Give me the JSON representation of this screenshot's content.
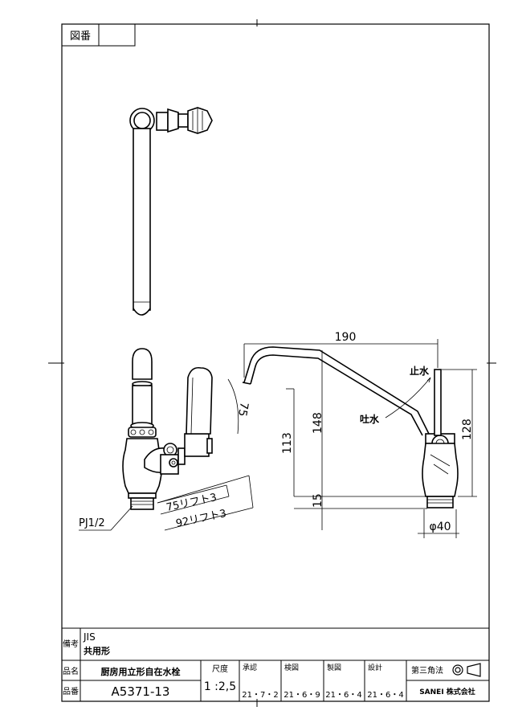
{
  "frame": {
    "drawing_number_label": "図番",
    "drawing_number_value": ""
  },
  "remarks": {
    "label": "備考",
    "line1": "JIS",
    "line2": "共用形"
  },
  "title_block": {
    "name_label": "品名",
    "name_value": "厨房用立形自在水栓",
    "part_label": "品番",
    "part_value": "A5371-13",
    "scale_label": "尺度",
    "scale_value": "1 :2,5",
    "approved_label": "承認",
    "approved_date": "21・7・2",
    "checked_label": "検図",
    "checked_date": "21・6・9",
    "drafted_label": "製図",
    "drafted_date": "21・6・4",
    "designed_label": "設計",
    "designed_date": "21・6・4",
    "projection_label": "第三角法",
    "company": "SANEI 株式会社"
  },
  "dimensions": {
    "spout_length": "190",
    "height_148": "148",
    "height_113": "113",
    "base_15": "15",
    "height_128": "128",
    "diameter": "φ40",
    "angle_75": "75",
    "lift_75": "75リフト3",
    "lift_92": "92リフト3",
    "thread": "PJ1/2"
  },
  "annotations": {
    "stop_water": "止水",
    "discharge_water": "吐水"
  }
}
